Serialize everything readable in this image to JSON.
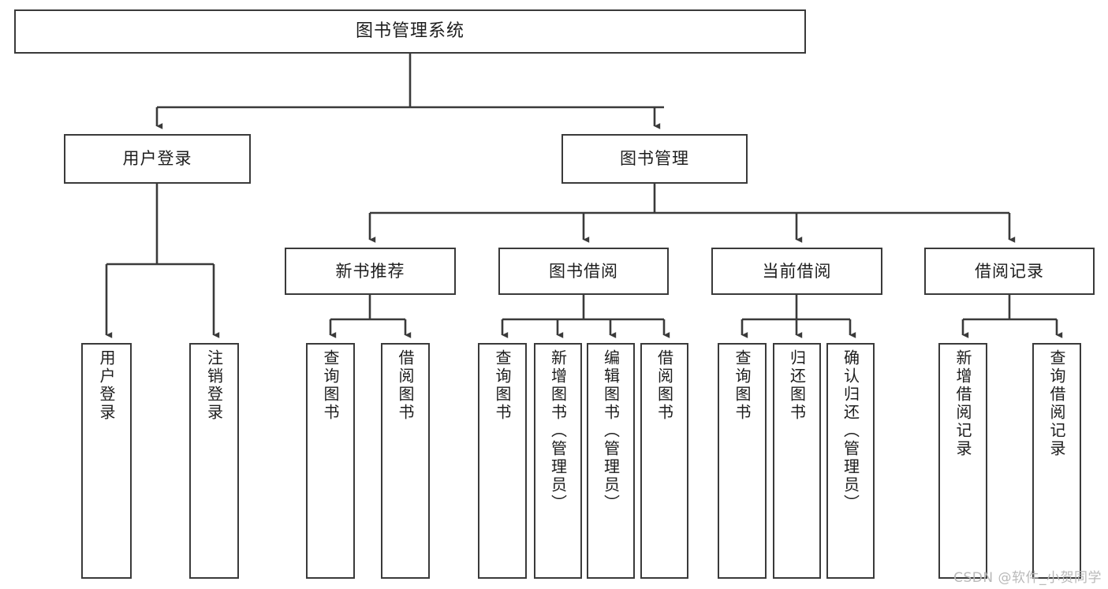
{
  "diagram": {
    "title": "图书管理系统",
    "type": "tree",
    "watermark": "CSDN @软件_小贺同学",
    "colors": {
      "box_border": "#3a3a3a",
      "box_fill": "#ffffff",
      "edge": "#3a3a3a",
      "text": "#1d1d1d",
      "watermark": "#b9b9b9",
      "background": "#ffffff"
    },
    "nodes": {
      "root": {
        "label": "图书管理系统"
      },
      "tier1": [
        {
          "id": "user-login",
          "label": "用户登录"
        },
        {
          "id": "book-management",
          "label": "图书管理"
        }
      ],
      "tier2": [
        {
          "id": "new-book-recommend",
          "label": "新书推荐"
        },
        {
          "id": "book-borrow",
          "label": "图书借阅"
        },
        {
          "id": "current-borrow",
          "label": "当前借阅"
        },
        {
          "id": "borrow-record",
          "label": "借阅记录"
        }
      ],
      "leaves": {
        "user-login": [
          {
            "id": "leaf-user-login",
            "label": "用户登录"
          },
          {
            "id": "leaf-user-logout",
            "label": "注销登录"
          }
        ],
        "new-book-recommend": [
          {
            "id": "leaf-query-book-1",
            "label": "查询图书"
          },
          {
            "id": "leaf-borrow-book-1",
            "label": "借阅图书"
          }
        ],
        "book-borrow": [
          {
            "id": "leaf-query-book-2",
            "label": "查询图书"
          },
          {
            "id": "leaf-add-book",
            "label": "新增图书（管理员）"
          },
          {
            "id": "leaf-edit-book",
            "label": "编辑图书（管理员）"
          },
          {
            "id": "leaf-borrow-book-2",
            "label": "借阅图书"
          }
        ],
        "current-borrow": [
          {
            "id": "leaf-query-book-3",
            "label": "查询图书"
          },
          {
            "id": "leaf-return-book",
            "label": "归还图书"
          },
          {
            "id": "leaf-confirm-return",
            "label": "确认归还（管理员）"
          }
        ],
        "borrow-record": [
          {
            "id": "leaf-add-record",
            "label": "新增借阅记录"
          },
          {
            "id": "leaf-query-record",
            "label": "查询借阅记录"
          }
        ]
      }
    }
  }
}
